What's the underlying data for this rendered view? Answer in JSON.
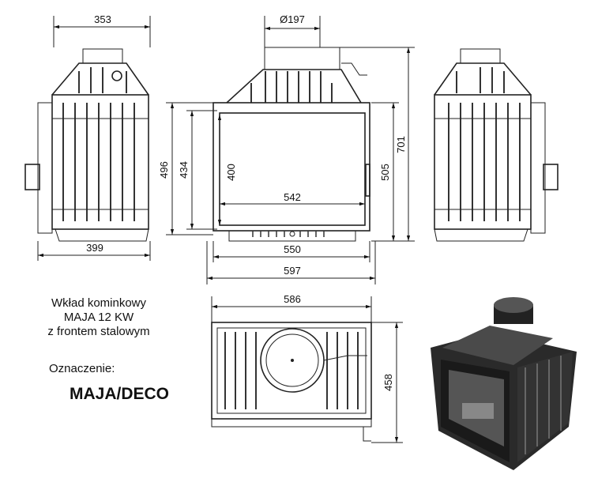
{
  "caption": {
    "line1": "Wkład kominkowy",
    "line2": "MAJA 12 KW",
    "line3": "z frontem stalowym",
    "designation_label": "Oznaczenie:",
    "designation_value": "MAJA/DECO"
  },
  "dimensions": {
    "side_depth_top": "353",
    "side_depth_bottom": "399",
    "flue_diameter": "Ø197",
    "front_height_outer": "496",
    "front_height_frame": "434",
    "glass_height": "400",
    "glass_width": "542",
    "front_height_body": "505",
    "total_height": "701",
    "front_width_inner": "550",
    "front_width_outer": "597",
    "top_width": "586",
    "top_depth": "458"
  }
}
